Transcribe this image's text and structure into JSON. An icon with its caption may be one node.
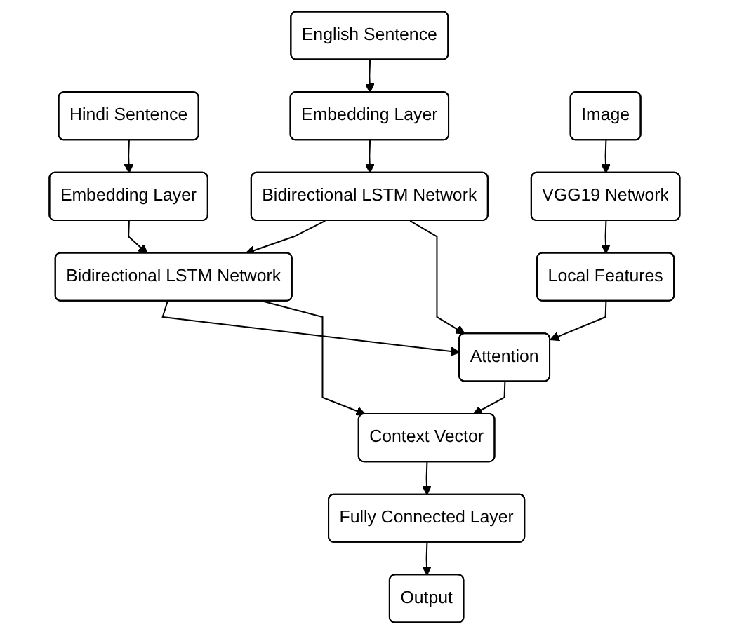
{
  "diagram": {
    "nodes": [
      {
        "text": [
          "English Sentence"
        ]
      },
      {
        "text": [
          "Embedding Layer"
        ]
      },
      {
        "text": [
          "Image"
        ]
      },
      {
        "text": [
          "VGG19 Network"
        ]
      },
      {
        "text": [
          "Hindi Sentence"
        ]
      },
      {
        "text": [
          "Bidirectional LSTM Network"
        ]
      },
      {
        "text": [
          "Local Features"
        ]
      },
      {
        "text": [
          "Embedding Layer"
        ]
      },
      {
        "text": [
          "Bidirectional LSTM Network"
        ]
      },
      {
        "text": [
          "Attention"
        ]
      },
      {
        "text": [
          "Context Vector"
        ]
      },
      {
        "text": [
          "Fully Connected Layer"
        ]
      },
      {
        "text": [
          "Output"
        ]
      }
    ],
    "edges": [
      {
        "from": 0,
        "to": 1,
        "arrow": "to"
      },
      {
        "from": 1,
        "to": 5,
        "arrow": "to"
      },
      {
        "from": 2,
        "to": 3,
        "arrow": "to"
      },
      {
        "from": 3,
        "to": 6,
        "arrow": "to"
      },
      {
        "from": 4,
        "to": 7,
        "arrow": "to"
      },
      {
        "from": 7,
        "to": 8,
        "arrow": "to"
      },
      {
        "from": 5,
        "to": 8,
        "arrow": "to"
      },
      {
        "from": 5,
        "to": 9,
        "arrow": "to"
      },
      {
        "from": 6,
        "to": 9,
        "arrow": "to"
      },
      {
        "from": 8,
        "to": 9,
        "arrow": "to"
      },
      {
        "from": 8,
        "to": 10,
        "arrow": "to"
      },
      {
        "from": 9,
        "to": 10,
        "arrow": "to"
      },
      {
        "from": 10,
        "to": 11,
        "arrow": "to"
      },
      {
        "from": 11,
        "to": 12,
        "arrow": "to"
      }
    ]
  }
}
